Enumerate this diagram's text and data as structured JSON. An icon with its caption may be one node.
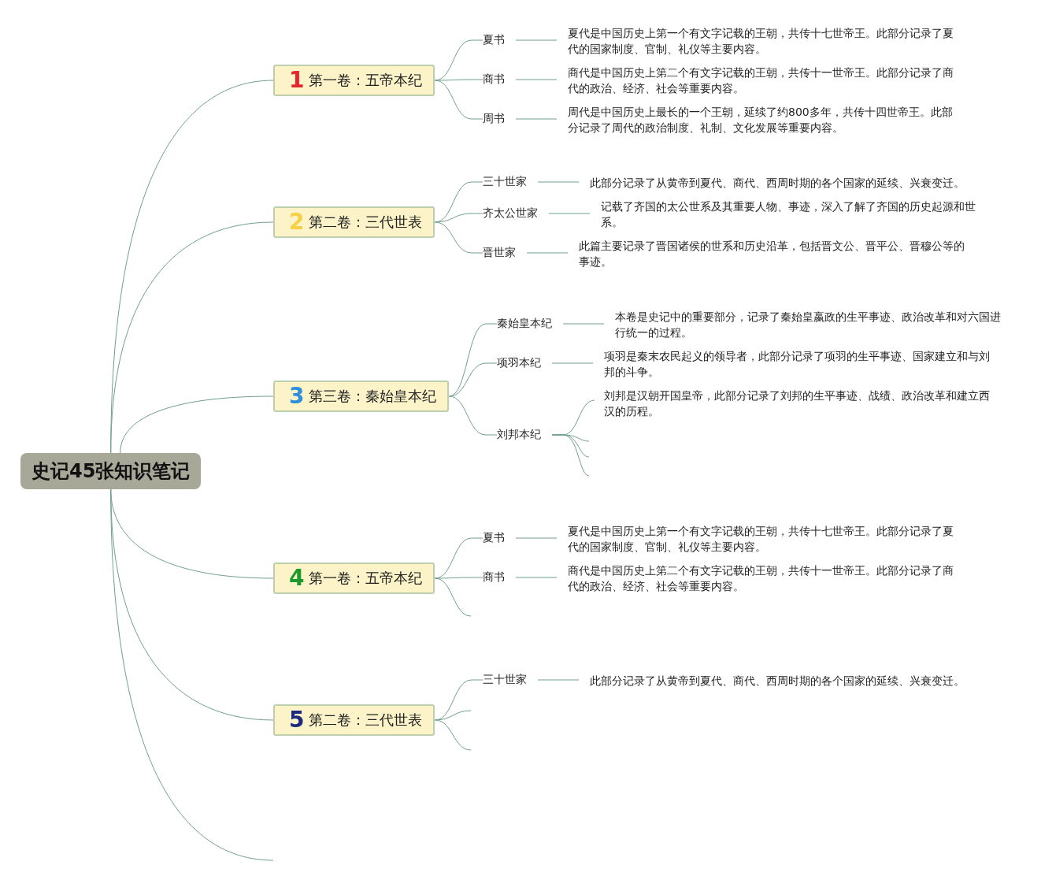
{
  "diagram": {
    "nodes": [
      {
        "text": [
          "史记45张知识笔记"
        ]
      },
      {
        "text": [
          "1",
          "第一卷：五帝本纪"
        ]
      },
      {
        "text": [
          "夏书"
        ]
      },
      {
        "text": [
          "夏代是中国历史上第一个有文字记载的王朝，共传十七世帝王。此部分记录了夏代的国家制度、官制、礼仪等主要内容。"
        ]
      },
      {
        "text": [
          "商书"
        ]
      },
      {
        "text": [
          "商代是中国历史上第二个有文字记载的王朝，共传十一世帝王。此部分记录了商代的政治、经济、社会等重要内容。"
        ]
      },
      {
        "text": [
          "周书"
        ]
      },
      {
        "text": [
          "周代是中国历史上最长的一个王朝，延续了约800多年，共传十四世帝王。此部分记录了周代的政治制度、礼制、文化发展等重要内容。"
        ]
      },
      {
        "text": [
          "2",
          "第二卷：三代世表"
        ]
      },
      {
        "text": [
          "三十世家"
        ]
      },
      {
        "text": [
          "此部分记录了从黄帝到夏代、商代、西周时期的各个国家的延续、兴衰变迁。"
        ]
      },
      {
        "text": [
          "齐太公世家"
        ]
      },
      {
        "text": [
          "记载了齐国的太公世系及其重要人物、事迹，深入了解了齐国的历史起源和世系。"
        ]
      },
      {
        "text": [
          "晋世家"
        ]
      },
      {
        "text": [
          "此篇主要记录了晋国诸侯的世系和历史沿革，包括晋文公、晋平公、晋穆公等的事迹。"
        ]
      },
      {
        "text": [
          "3",
          "第三卷：秦始皇本纪"
        ]
      },
      {
        "text": [
          "秦始皇本纪"
        ]
      },
      {
        "text": [
          "本卷是史记中的重要部分，记录了秦始皇嬴政的生平事迹、政治改革和对六国进行统一的过程。"
        ]
      },
      {
        "text": [
          "项羽本纪"
        ]
      },
      {
        "text": [
          "项羽是秦末农民起义的领导者，此部分记录了项羽的生平事迹、国家建立和与刘邦的斗争。"
        ]
      },
      {
        "text": [
          "刘邦本纪"
        ]
      },
      {
        "text": [
          "刘邦是汉朝开国皇帝，此部分记录了刘邦的生平事迹、战绩、政治改革和建立西汉的历程。"
        ]
      },
      {
        "text": [
          "4",
          "第一卷：五帝本纪"
        ]
      },
      {
        "text": [
          "夏书"
        ]
      },
      {
        "text": [
          "夏代是中国历史上第一个有文字记载的王朝，共传十七世帝王。此部分记录了夏代的国家制度、官制、礼仪等主要内容。"
        ]
      },
      {
        "text": [
          "商书"
        ]
      },
      {
        "text": [
          "商代是中国历史上第二个有文字记载的王朝，共传十一世帝王。此部分记录了商代的政治、经济、社会等重要内容。"
        ]
      },
      {
        "text": [
          "5",
          "第二卷：三代世表"
        ]
      },
      {
        "text": [
          "三十世家"
        ]
      },
      {
        "text": [
          "此部分记录了从黄帝到夏代、商代、西周时期的各个国家的延续、兴衰变迁。"
        ]
      }
    ],
    "edges": [
      {
        "from": 0,
        "to": 1,
        "arrow": "none"
      },
      {
        "from": 0,
        "to": 8,
        "arrow": "none"
      },
      {
        "from": 0,
        "to": 15,
        "arrow": "none"
      },
      {
        "from": 0,
        "to": 22,
        "arrow": "none"
      },
      {
        "from": 0,
        "to": 27,
        "arrow": "none"
      },
      {
        "from": 0,
        "to": null,
        "arrow": "none"
      },
      {
        "from": 1,
        "to": 2,
        "arrow": "none"
      },
      {
        "from": 1,
        "to": 4,
        "arrow": "none"
      },
      {
        "from": 1,
        "to": 6,
        "arrow": "none"
      },
      {
        "from": 2,
        "to": 3,
        "arrow": "none"
      },
      {
        "from": 4,
        "to": 5,
        "arrow": "none"
      },
      {
        "from": 6,
        "to": 7,
        "arrow": "none"
      },
      {
        "from": 8,
        "to": 9,
        "arrow": "none"
      },
      {
        "from": 8,
        "to": 11,
        "arrow": "none"
      },
      {
        "from": 8,
        "to": 13,
        "arrow": "none"
      },
      {
        "from": 9,
        "to": 10,
        "arrow": "none"
      },
      {
        "from": 11,
        "to": 12,
        "arrow": "none"
      },
      {
        "from": 13,
        "to": 14,
        "arrow": "none"
      },
      {
        "from": 15,
        "to": 16,
        "arrow": "none"
      },
      {
        "from": 15,
        "to": 18,
        "arrow": "none"
      },
      {
        "from": 15,
        "to": 20,
        "arrow": "none"
      },
      {
        "from": 16,
        "to": 17,
        "arrow": "none"
      },
      {
        "from": 18,
        "to": 19,
        "arrow": "none"
      },
      {
        "from": 20,
        "to": 21,
        "arrow": "none"
      },
      {
        "from": 20,
        "to": null,
        "arrow": "none"
      },
      {
        "from": 20,
        "to": null,
        "arrow": "none"
      },
      {
        "from": 20,
        "to": null,
        "arrow": "none"
      },
      {
        "from": 22,
        "to": 23,
        "arrow": "none"
      },
      {
        "from": 22,
        "to": 25,
        "arrow": "none"
      },
      {
        "from": 22,
        "to": null,
        "arrow": "none"
      },
      {
        "from": 23,
        "to": 24,
        "arrow": "none"
      },
      {
        "from": 25,
        "to": 26,
        "arrow": "none"
      },
      {
        "from": 27,
        "to": 28,
        "arrow": "none"
      },
      {
        "from": 27,
        "to": null,
        "arrow": "none"
      },
      {
        "from": 27,
        "to": null,
        "arrow": "none"
      },
      {
        "from": 28,
        "to": 29,
        "arrow": "none"
      }
    ]
  }
}
